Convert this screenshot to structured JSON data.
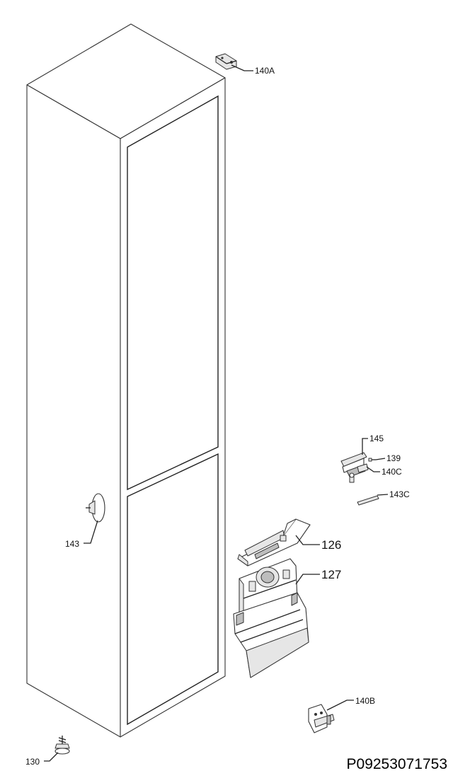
{
  "labels": {
    "l140A": "140A",
    "l145": "145",
    "l139": "139",
    "l140C": "140C",
    "l143C": "143C",
    "l143": "143",
    "l126": "126",
    "l127": "127",
    "l140B": "140B",
    "l130": "130"
  },
  "drawing_code": "P09253071753"
}
